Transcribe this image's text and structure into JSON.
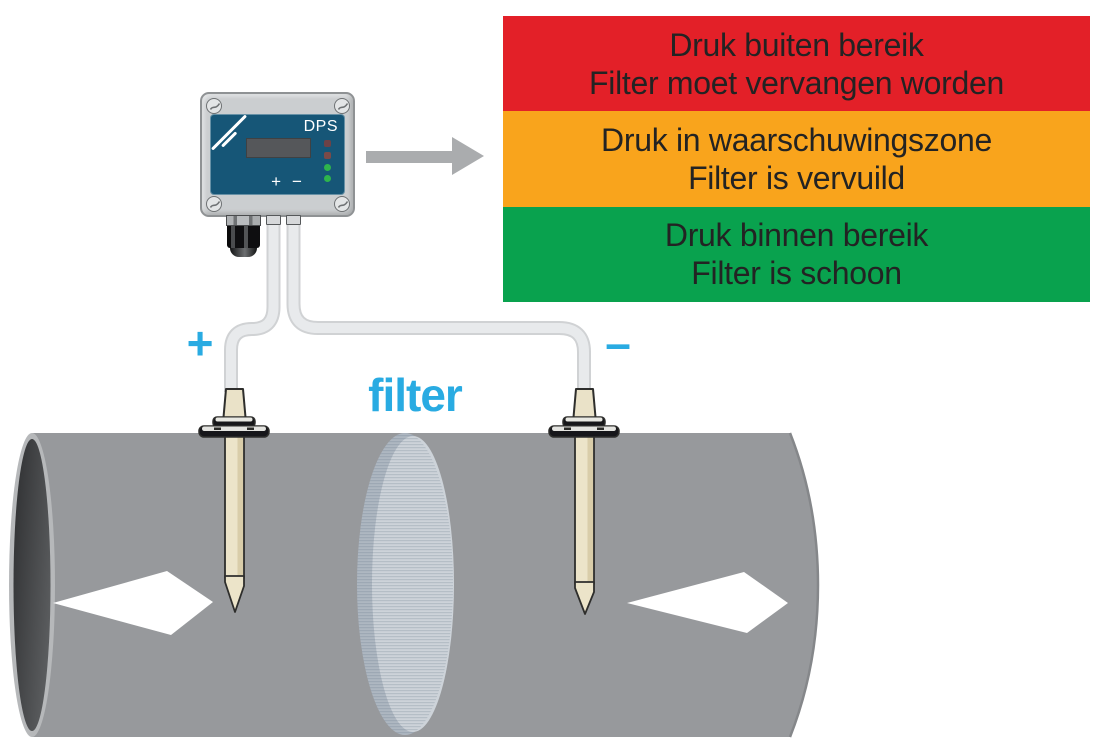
{
  "device": {
    "model": "DPS",
    "panel_color": "#165677",
    "port_plus": "+",
    "port_minus": "−",
    "leds": [
      "#6d4247",
      "#7b4a48",
      "#2eb44c",
      "#2eb44c"
    ]
  },
  "tube_labels": {
    "plus": "+",
    "minus": "–",
    "accent_color": "#29abe2"
  },
  "filter_label": "filter",
  "legend": {
    "text_color": "#232323",
    "items": [
      {
        "level": "out-of-range",
        "color": "#e32028",
        "line1": "Druk buiten bereik",
        "line2": "Filter moet vervangen worden"
      },
      {
        "level": "warning",
        "color": "#f9a41c",
        "line1": "Druk in waarschuwingszone",
        "line2": "Filter is vervuild"
      },
      {
        "level": "ok",
        "color": "#09a24e",
        "line1": "Druk binnen bereik",
        "line2": "Filter is schoon"
      }
    ]
  }
}
